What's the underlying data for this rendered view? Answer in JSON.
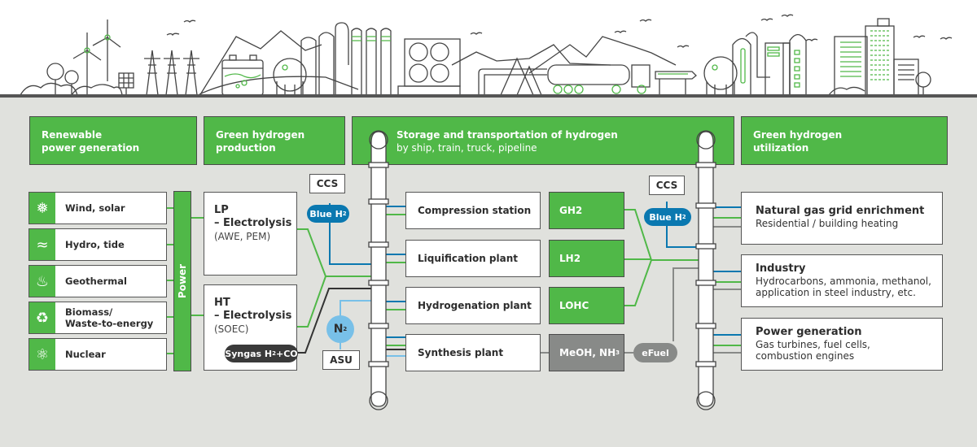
{
  "headers": {
    "renewable": {
      "line1": "Renewable",
      "line2": "power generation"
    },
    "production": {
      "line1": "Green hydrogen",
      "line2": "production"
    },
    "storage": {
      "line1": "Storage and transportation of hydrogen",
      "line2": "by ship, train, truck, pipeline"
    },
    "utilization": {
      "line1": "Green hydrogen",
      "line2": "utilization"
    }
  },
  "sources": [
    {
      "label": "Wind, solar",
      "icon": "wind-turbine-icon"
    },
    {
      "label": "Hydro, tide",
      "icon": "water-drop-icon"
    },
    {
      "label": "Geothermal",
      "icon": "geothermal-icon"
    },
    {
      "label": "Biomass/\nWaste-to-energy",
      "icon": "recycle-icon"
    },
    {
      "label": "Nuclear",
      "icon": "atom-icon"
    }
  ],
  "power_bus": {
    "label": "Power"
  },
  "production": {
    "lp": {
      "title": "LP",
      "subtitle": "– Electrolysis",
      "note": "(AWE, PEM)"
    },
    "ht": {
      "title": "HT",
      "subtitle": "– Electrolysis",
      "note": "(SOEC)"
    },
    "syngas": {
      "label": "Syngas H",
      "sub": "2",
      "suffix": "+CO"
    }
  },
  "ccs_left": {
    "label": "CCS"
  },
  "blue_h2_left": {
    "label": "Blue H",
    "sub": "2"
  },
  "n2": {
    "label": "N",
    "sub": "2"
  },
  "asu": {
    "label": "ASU"
  },
  "plants": [
    {
      "label": "Compression station",
      "product": "GH2"
    },
    {
      "label": "Liquification plant",
      "product": "LH2"
    },
    {
      "label": "Hydrogenation plant",
      "product": "LOHC"
    },
    {
      "label": "Synthesis plant",
      "product": "MeOH, NH",
      "product_sub": "3"
    }
  ],
  "efuel": {
    "label": "eFuel"
  },
  "ccs_right": {
    "label": "CCS"
  },
  "blue_h2_right": {
    "label": "Blue H",
    "sub": "2"
  },
  "uses": [
    {
      "title": "Natural gas grid enrichment",
      "desc": "Residential / building heating"
    },
    {
      "title": "Industry",
      "desc": "Hydrocarbons, ammonia, methanol,\napplication in steel industry, etc."
    },
    {
      "title": "Power generation",
      "desc": "Gas turbines, fuel cells,\ncombustion engines"
    }
  ],
  "colors": {
    "green": "#50b848",
    "blue": "#0a78b0",
    "light_blue": "#78c0e8",
    "dark": "#333333",
    "grey": "#888a88",
    "background": "#e0e1dd"
  }
}
